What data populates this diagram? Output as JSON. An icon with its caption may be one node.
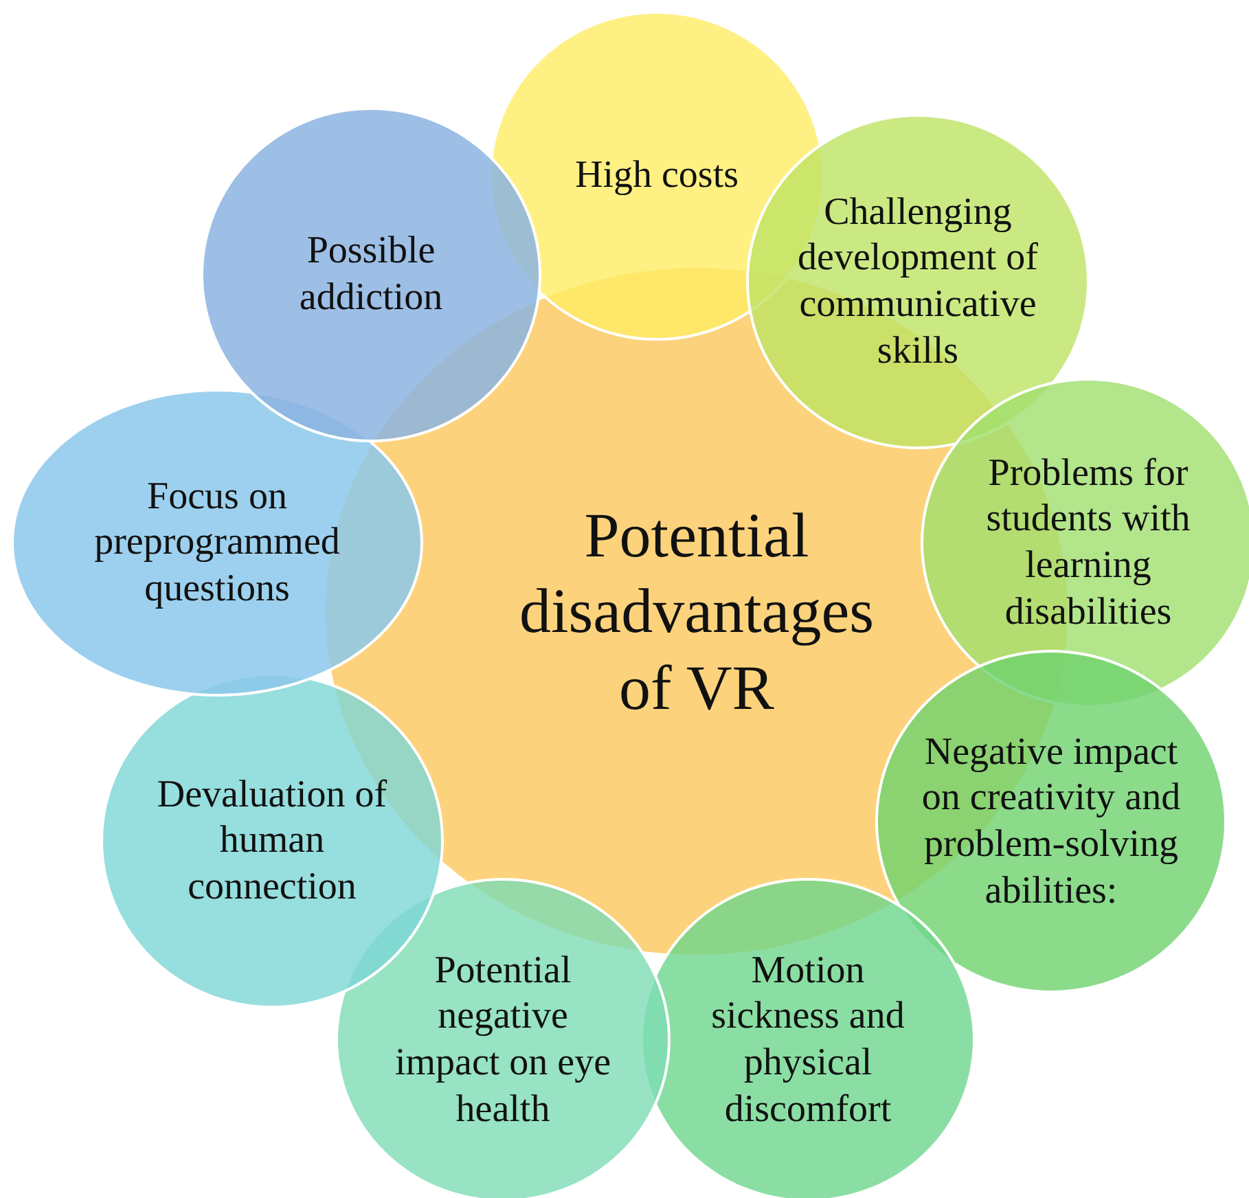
{
  "diagram": {
    "nodes": [
      {
        "text": [
          "Potential disadvantages of VR"
        ]
      },
      {
        "text": [
          "High costs"
        ]
      },
      {
        "text": [
          "Challenging development of communicative skills"
        ]
      },
      {
        "text": [
          "Problems for students with learning disabilities"
        ]
      },
      {
        "text": [
          "Negative impact on creativity and problem-solving abilities:"
        ]
      },
      {
        "text": [
          "Motion sickness and physical discomfort"
        ]
      },
      {
        "text": [
          "Potential negative impact on eye health"
        ]
      },
      {
        "text": [
          "Devaluation of human connection"
        ]
      },
      {
        "text": [
          "Focus on preprogrammed questions"
        ]
      },
      {
        "text": [
          "Possible addiction"
        ]
      }
    ]
  }
}
